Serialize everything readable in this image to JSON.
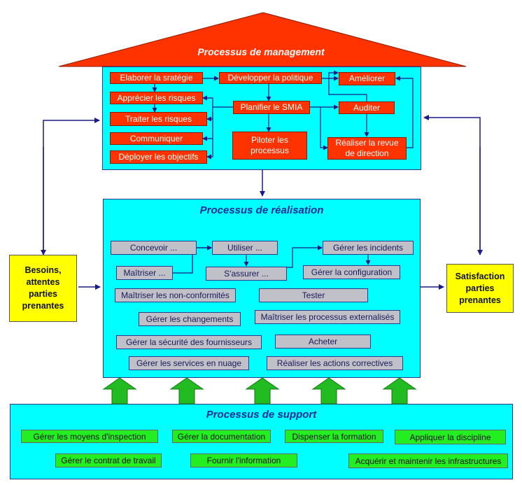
{
  "management": {
    "title": "Processus de management",
    "boxes": {
      "elaborer": "Elaborer la sratégie",
      "developper": "Développer la politique",
      "ameliorer": "Améliorer",
      "apprecier": "Apprécier les risques",
      "traiter": "Traiter les risques",
      "communiquer": "Communiquer",
      "deployer": "Déployer les objectifs",
      "planifier": "Planifier le SMIA",
      "piloter": "Piloter les\nprocessus",
      "auditer": "Auditer",
      "revue": "Réaliser la revue\nde direction"
    }
  },
  "realisation": {
    "title": "Processus de réalisation",
    "boxes": {
      "concevoir": "Concevoir ...",
      "utiliser": "Utiliser ...",
      "incidents": "Gérer les incidents",
      "maitriser": "Maîtriser ...",
      "sassurer": "S'assurer ...",
      "configuration": "Gérer la configuration",
      "nonconformites": "Maîtriser les non-conformités",
      "tester": "Tester",
      "changements": "Gérer les changements",
      "externalises": "Maîtriser les processus externalisés",
      "fournisseurs": "Gérer la sécurité des fournisseurs",
      "acheter": "Acheter",
      "nuage": "Gérer les services en nuage",
      "correctives": "Réaliser les actions correctives"
    }
  },
  "support": {
    "title": "Processus de support",
    "boxes": {
      "inspection": "Gérer les moyens d'inspection",
      "documentation": "Gérer la documentation",
      "formation": "Dispenser la formation",
      "discipline": "Appliquer la discipline",
      "contrat": "Gérer le contrat de travail",
      "information": "Fournir l'information",
      "infrastructures": "Acquérir et maintenir les infrastructures"
    }
  },
  "inputs": {
    "besoins": "Besoins,\nattentes\nparties\nprenantes"
  },
  "outputs": {
    "satisfaction": "Satisfaction\nparties\nprenantes"
  },
  "colors": {
    "roof": "#FF3300",
    "panel": "#00FFFF",
    "process_box": "#FF3300",
    "realisation_box": "#C0C0C8",
    "support_box": "#22EE22",
    "stakeholder_box": "#FFFF00",
    "arrow": "#1a1a8a",
    "support_arrow": "#22BB22"
  }
}
